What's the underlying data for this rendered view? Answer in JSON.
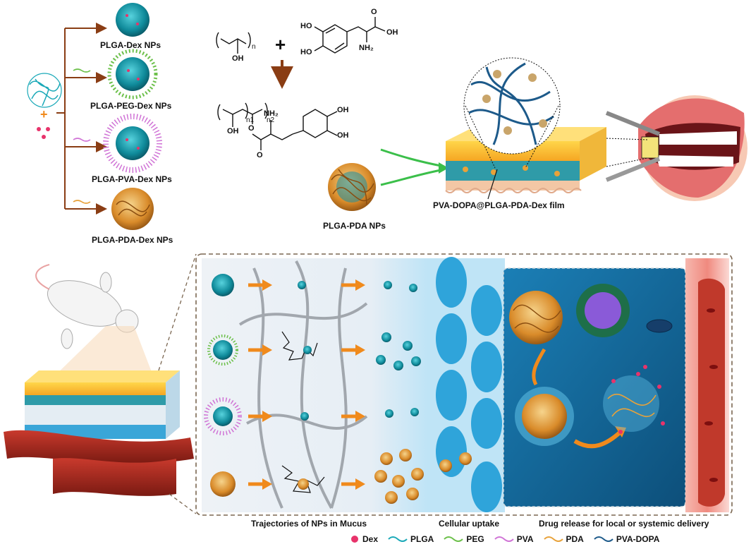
{
  "top_left": {
    "np_labels": [
      "PLGA-Dex NPs",
      "PLGA-PEG-Dex NPs",
      "PLGA-PVA-Dex NPs",
      "PLGA-PDA-Dex NPs"
    ]
  },
  "chemistry": {
    "n_sub": "n",
    "oh": "OH",
    "plus": "+",
    "ho1": "HO",
    "ho2": "HO",
    "oh_acid": "OH",
    "o_acid": "O",
    "nh2": "NH₂",
    "n1": "n1",
    "n2": "n2",
    "oh_p": "OH",
    "o_ester1": "O",
    "o_ester2": "O",
    "nh2_p": "NH₂",
    "oh_p1": "OH",
    "oh_p2": "OH",
    "pda_label": "PLGA-PDA NPs"
  },
  "film": {
    "label": "PVA-DOPA@PLGA-PDA-Dex film"
  },
  "bottom": {
    "caption_trajectories": "Trajectories of NPs in Mucus",
    "caption_uptake": "Cellular uptake",
    "caption_release": "Drug release for local or systemic delivery"
  },
  "legend": [
    {
      "label": "Dex",
      "color": "#e8336b",
      "icon": "dot-icon"
    },
    {
      "label": "PLGA",
      "color": "#1aa9b8",
      "icon": "wave-icon"
    },
    {
      "label": "PEG",
      "color": "#6cc04a",
      "icon": "wave-icon"
    },
    {
      "label": "PVA",
      "color": "#d074d6",
      "icon": "wave-icon"
    },
    {
      "label": "PDA",
      "color": "#e8a23a",
      "icon": "wave-icon"
    },
    {
      "label": "PVA-DOPA",
      "color": "#1d5a8a",
      "icon": "wave-icon"
    }
  ],
  "colors": {
    "arrow_brown": "#8a3d14",
    "arrow_orange": "#f08a1c",
    "plga": "#1aa9b8",
    "peg": "#6cc04a",
    "pva": "#d074d6",
    "pda": "#e8a23a",
    "dex": "#e8336b",
    "cell_blue": "#3aa6d8",
    "blood": "#c0392b"
  }
}
